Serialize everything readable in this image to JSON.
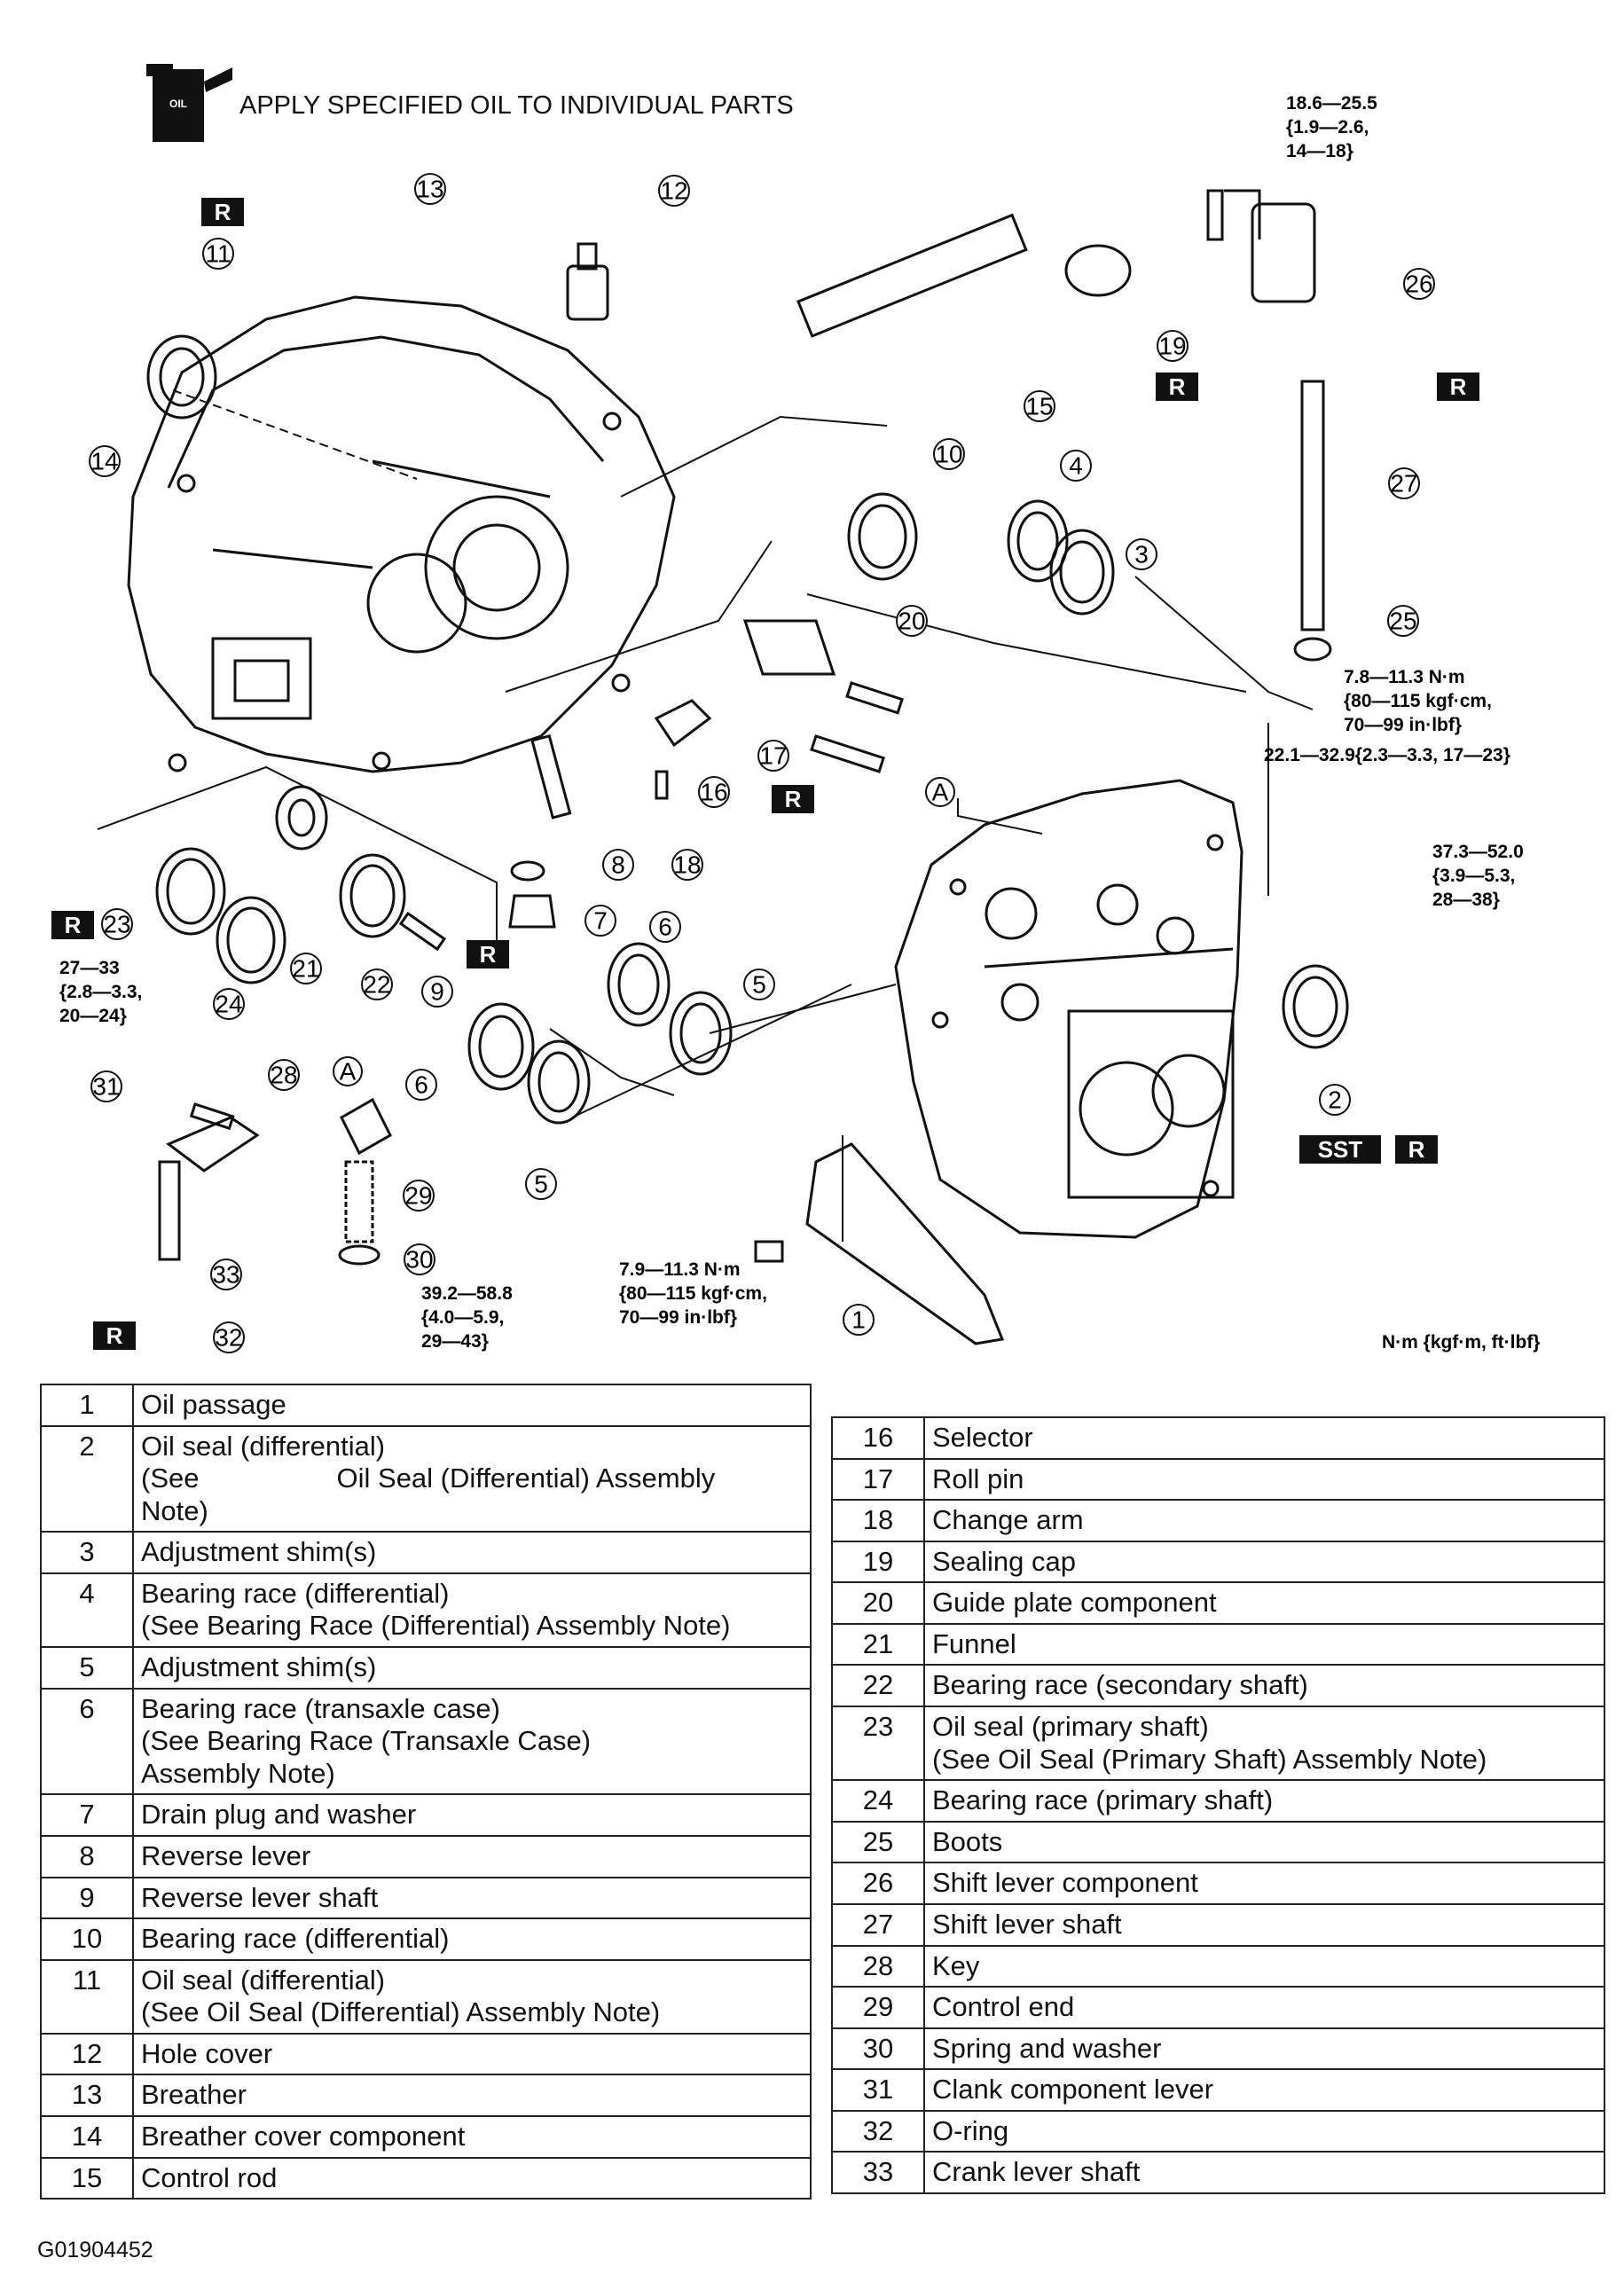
{
  "header": {
    "oil_icon_label": "OIL",
    "instruction": "APPLY SPECIFIED OIL TO INDIVIDUAL PARTS"
  },
  "badges": {
    "replace": "R",
    "special_tool": "SST"
  },
  "torque_specs": {
    "shift_bolt": [
      "18.6—25.5",
      "{1.9—2.6,",
      "14—18}"
    ],
    "guide_plate_bolt": [
      "7.8—11.3 N·m",
      "{80—115 kgf·cm,",
      "70—99 in·lbf}"
    ],
    "long_bolt": [
      "22.1—32.9{2.3—3.3, 17—23}"
    ],
    "case_bolt": [
      "37.3—52.0",
      "{3.9—5.3,",
      "28—38}"
    ],
    "crank_bolt": [
      "27—33",
      "{2.8—3.3,",
      "20—24}"
    ],
    "drain_plug": [
      "39.2—58.8",
      "{4.0—5.9,",
      "29—43}"
    ],
    "oil_passage_bolt": [
      "7.9—11.3 N·m",
      "{80—115 kgf·cm,",
      "70—99 in·lbf}"
    ]
  },
  "units_note": "N·m {kgf·m, ft·lbf}",
  "reference_marker": "A",
  "callouts": [
    "1",
    "2",
    "3",
    "4",
    "5",
    "6",
    "7",
    "8",
    "9",
    "10",
    "11",
    "12",
    "13",
    "14",
    "15",
    "16",
    "17",
    "18",
    "19",
    "20",
    "21",
    "22",
    "23",
    "24",
    "25",
    "26",
    "27",
    "28",
    "29",
    "30",
    "31",
    "32",
    "33"
  ],
  "parts_left": [
    {
      "num": "1",
      "lines": [
        "Oil passage"
      ]
    },
    {
      "num": "2",
      "lines": [
        "Oil seal (differential)",
        "(See                  Oil Seal (Differential) Assembly",
        "Note)"
      ]
    },
    {
      "num": "3",
      "lines": [
        "Adjustment shim(s)"
      ]
    },
    {
      "num": "4",
      "lines": [
        "Bearing race (differential)",
        "(See Bearing Race (Differential) Assembly Note)"
      ]
    },
    {
      "num": "5",
      "lines": [
        "Adjustment shim(s)"
      ]
    },
    {
      "num": "6",
      "lines": [
        "Bearing race (transaxle case)",
        "(See Bearing Race (Transaxle Case)",
        "Assembly Note)"
      ]
    },
    {
      "num": "7",
      "lines": [
        "Drain plug and washer"
      ]
    },
    {
      "num": "8",
      "lines": [
        "Reverse lever"
      ]
    },
    {
      "num": "9",
      "lines": [
        "Reverse lever shaft"
      ]
    },
    {
      "num": "10",
      "lines": [
        "Bearing race (differential)"
      ]
    },
    {
      "num": "11",
      "lines": [
        "Oil seal (differential)",
        "(See Oil Seal (Differential) Assembly Note)"
      ]
    },
    {
      "num": "12",
      "lines": [
        "Hole cover"
      ]
    },
    {
      "num": "13",
      "lines": [
        "Breather"
      ]
    },
    {
      "num": "14",
      "lines": [
        "Breather cover component"
      ]
    },
    {
      "num": "15",
      "lines": [
        "Control rod"
      ]
    }
  ],
  "parts_right": [
    {
      "num": "16",
      "lines": [
        "Selector"
      ]
    },
    {
      "num": "17",
      "lines": [
        "Roll pin"
      ]
    },
    {
      "num": "18",
      "lines": [
        "Change arm"
      ]
    },
    {
      "num": "19",
      "lines": [
        "Sealing cap"
      ]
    },
    {
      "num": "20",
      "lines": [
        "Guide plate component"
      ]
    },
    {
      "num": "21",
      "lines": [
        "Funnel"
      ]
    },
    {
      "num": "22",
      "lines": [
        "Bearing race (secondary shaft)"
      ]
    },
    {
      "num": "23",
      "lines": [
        "Oil seal (primary shaft)",
        "(See Oil Seal (Primary Shaft) Assembly Note)"
      ]
    },
    {
      "num": "24",
      "lines": [
        "Bearing race (primary shaft)"
      ]
    },
    {
      "num": "25",
      "lines": [
        "Boots"
      ]
    },
    {
      "num": "26",
      "lines": [
        "Shift lever component"
      ]
    },
    {
      "num": "27",
      "lines": [
        "Shift lever shaft"
      ]
    },
    {
      "num": "28",
      "lines": [
        "Key"
      ]
    },
    {
      "num": "29",
      "lines": [
        "Control end"
      ]
    },
    {
      "num": "30",
      "lines": [
        "Spring and washer"
      ]
    },
    {
      "num": "31",
      "lines": [
        "Clank component lever"
      ]
    },
    {
      "num": "32",
      "lines": [
        "O-ring"
      ]
    },
    {
      "num": "33",
      "lines": [
        "Crank lever shaft"
      ]
    }
  ],
  "figure_id": "G01904452"
}
